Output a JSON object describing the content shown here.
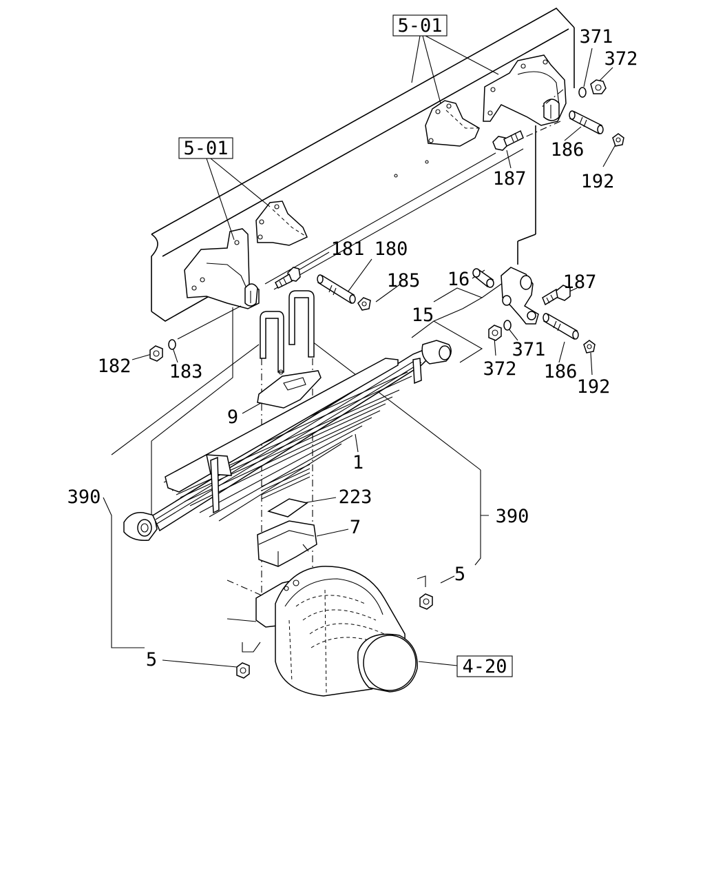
{
  "labels": {
    "ref_5_01_top": "5-01",
    "ref_5_01_left": "5-01",
    "ref_4_20": "4-20",
    "p371_top": "371",
    "p372_top": "372",
    "p186_top": "186",
    "p187_top": "187",
    "p192_top": "192",
    "p181": "181",
    "p180": "180",
    "p185": "185",
    "p16": "16",
    "p187_mid": "187",
    "p15": "15",
    "p182": "182",
    "p183": "183",
    "p371_mid": "371",
    "p372_mid": "372",
    "p186_mid": "186",
    "p192_mid": "192",
    "p9": "9",
    "p1": "1",
    "p390_left": "390",
    "p223": "223",
    "p390_right": "390",
    "p7": "7",
    "p5_right": "5",
    "p5_left": "5"
  }
}
